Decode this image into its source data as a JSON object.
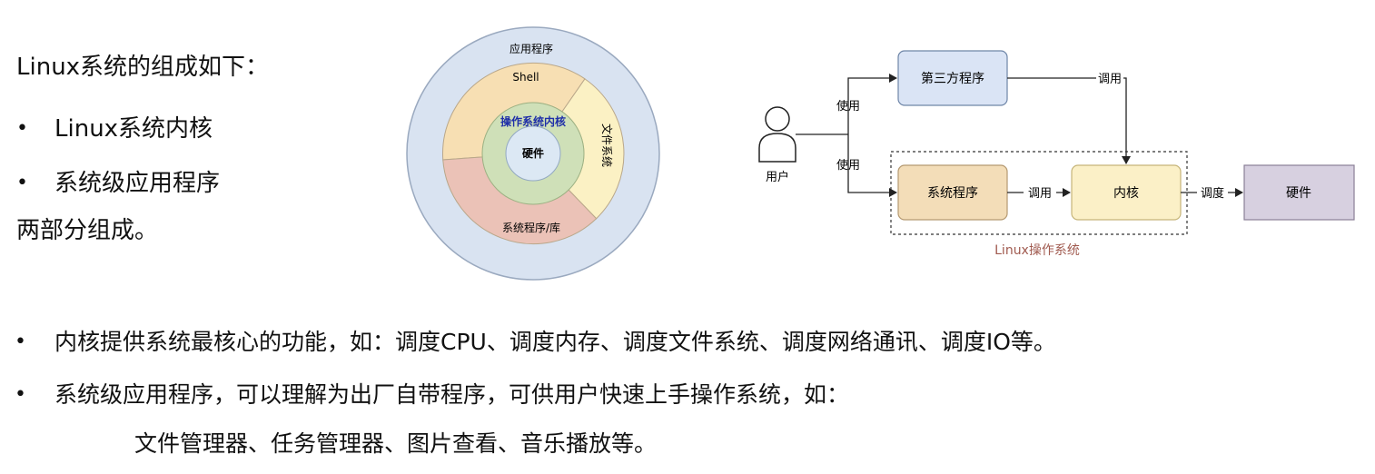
{
  "intro": {
    "heading": "Linux系统的组成如下：",
    "items": [
      "Linux系统内核",
      "系统级应用程序"
    ],
    "closing": "两部分组成。"
  },
  "rings": {
    "outer": "应用程序",
    "shell": "Shell",
    "filesystem": "文件系统",
    "syslib": "系统程序/库",
    "kernel": "操作系统内核",
    "hardware": "硬件",
    "colors": {
      "outer": "#d9e3f1",
      "shell": "#f7dfb3",
      "filesystem": "#fbf1c4",
      "syslib": "#ebc2b7",
      "kernel": "#cfe0b8",
      "hardware": "#dce8f4",
      "kernel_text": "#1f2fa8"
    }
  },
  "flow": {
    "user_label": "用户",
    "use_top": "使用",
    "use_bottom": "使用",
    "third_party": "第三方程序",
    "call_top": "调用",
    "sys_program": "系统程序",
    "call_mid": "调用",
    "kernel": "内核",
    "schedule": "调度",
    "hardware": "硬件",
    "os_caption": "Linux操作系统",
    "colors": {
      "third_party": "#dae4f5",
      "sys_program": "#f3ddb8",
      "kernel": "#fbf0c7",
      "hardware": "#d7d0e0",
      "os_caption": "#a05a4f"
    }
  },
  "notes": {
    "line1": "内核提供系统最核心的功能，如：调度CPU、调度内存、调度文件系统、调度网络通讯、调度IO等。",
    "line2": "系统级应用程序，可以理解为出厂自带程序，可供用户快速上手操作系统，如：",
    "line3": "文件管理器、任务管理器、图片查看、音乐播放等。"
  }
}
